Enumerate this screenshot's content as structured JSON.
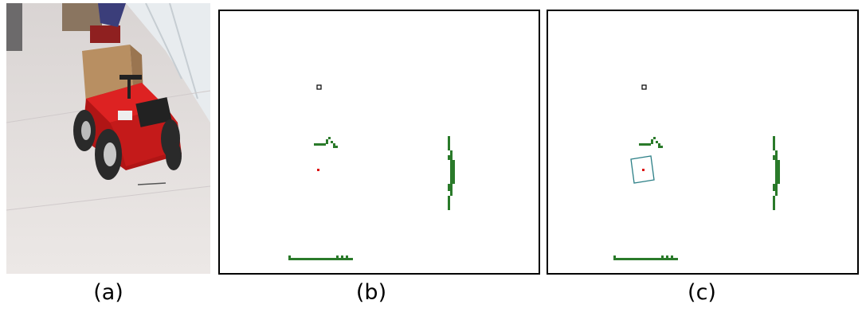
{
  "captions": {
    "a": "(a)",
    "b": "(b)",
    "c": "(c)"
  },
  "colors": {
    "obstacle": "#2a7a2a",
    "robot": "#d11",
    "target": "#000000",
    "box": "#2b7f86"
  }
}
